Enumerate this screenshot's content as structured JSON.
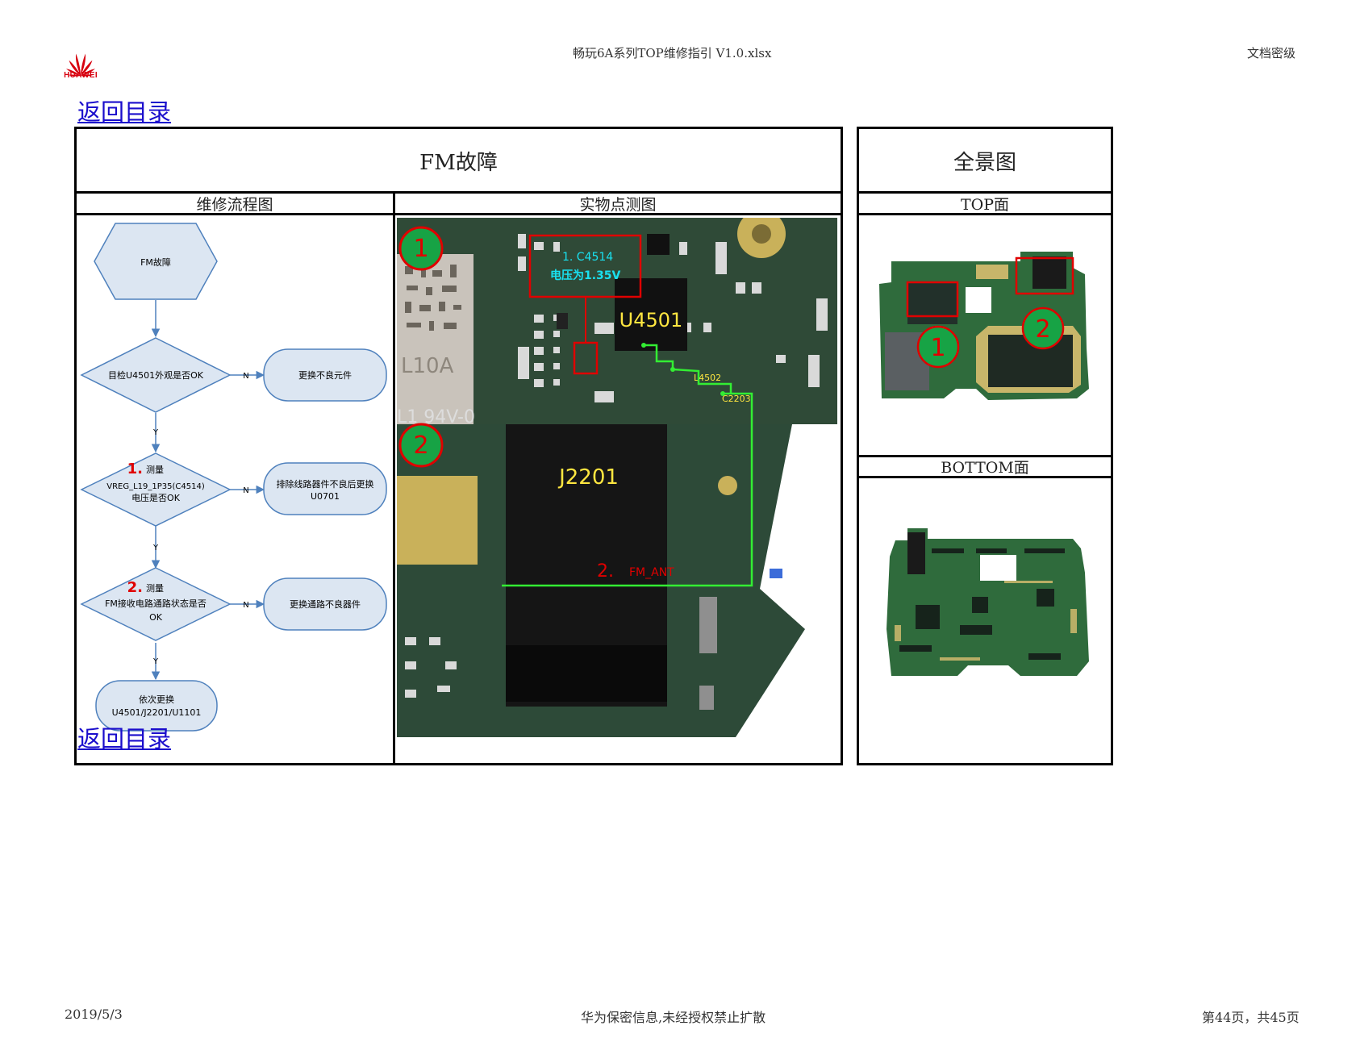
{
  "header": {
    "brand": "HUAWEI",
    "doc_title": "畅玩6A系列TOP维修指引 V1.0.xlsx",
    "classification": "文档密级"
  },
  "nav": {
    "back_top": "返回目录",
    "back_bottom": "返回目录"
  },
  "main": {
    "title": "FM故障",
    "col_flow": "维修流程图",
    "col_photo": "实物点测图"
  },
  "overview": {
    "title": "全景图",
    "top_label": "TOP面",
    "bottom_label": "BOTTOM面",
    "markers": [
      "1",
      "2"
    ]
  },
  "flowchart": {
    "start": "FM故障",
    "d1": "目检U4501外观是否OK",
    "a1": "更换不良元件",
    "d2_num": "1.",
    "d2_word": "测量",
    "d2_line1": "VREG_L19_1P35(C4514)",
    "d2_line2": "电压是否OK",
    "a2_line1": "排除线路器件不良后更换",
    "a2_line2": "U0701",
    "d3_num": "2.",
    "d3_word": "测量",
    "d3_line1": "FM接收电路通路状态是否",
    "d3_line2": "OK",
    "a3": "更换通路不良器件",
    "end_line1": "依次更换",
    "end_line2": "U4501/J2201/U1101",
    "yes": "Y",
    "no": "N"
  },
  "photo": {
    "marker1": "1",
    "marker2": "2",
    "c4514_label": "1. C4514",
    "voltage_label": "电压为1.35V",
    "u4501": "U4501",
    "l4502": "L4502",
    "c2203": "C2203",
    "j2201": "J2201",
    "fm_ant_num": "2.",
    "fm_ant": "FM_ANT",
    "silk_top": "L10A",
    "silk_bottom": "L1 94V-0"
  },
  "footer": {
    "date": "2019/5/3",
    "confidential": "华为保密信息,未经授权禁止扩散",
    "page": "第44页，共45页"
  },
  "colors": {
    "red": "#e00000",
    "green": "#00cc33",
    "link": "#1a0dcc",
    "flow_fill": "#dce6f2",
    "flow_stroke": "#4f81bd",
    "pcb": "#2e4a35"
  }
}
